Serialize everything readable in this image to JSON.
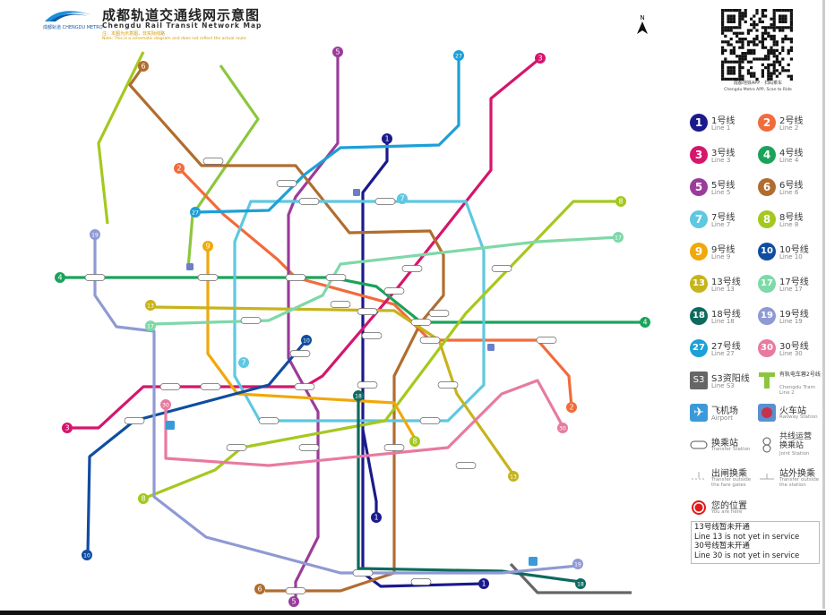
{
  "header": {
    "logo_text": "成都轨道 CHENGDU METRO",
    "title_cn": "成都轨道交通线网示意图",
    "title_en": "Chengdu Rail Transit Network Map",
    "note_cn": "注：本图为示意图，非实际线路",
    "note_en": "Note: This is a schematic diagram and does not reflect the actual route"
  },
  "compass": {
    "label": "N"
  },
  "qr": {
    "caption_cn": "成都地铁APP · 扫码乘车",
    "caption_en": "Chengdu Metro APP, Scan to Ride"
  },
  "lines": [
    {
      "num": "1",
      "cn": "1号线",
      "en": "Line 1",
      "color": "#1a1a8c"
    },
    {
      "num": "2",
      "cn": "2号线",
      "en": "Line 2",
      "color": "#f26b3a"
    },
    {
      "num": "3",
      "cn": "3号线",
      "en": "Line 3",
      "color": "#d6156c"
    },
    {
      "num": "4",
      "cn": "4号线",
      "en": "Line 4",
      "color": "#1aa35a"
    },
    {
      "num": "5",
      "cn": "5号线",
      "en": "Line 5",
      "color": "#9b3c9b"
    },
    {
      "num": "6",
      "cn": "6号线",
      "en": "Line 6",
      "color": "#b06d2f"
    },
    {
      "num": "7",
      "cn": "7号线",
      "en": "Line 7",
      "color": "#5ec8e0"
    },
    {
      "num": "8",
      "cn": "8号线",
      "en": "Line 8",
      "color": "#a5c81e"
    },
    {
      "num": "9",
      "cn": "9号线",
      "en": "Line 9",
      "color": "#f0a80b"
    },
    {
      "num": "10",
      "cn": "10号线",
      "en": "Line 10",
      "color": "#0f4da0"
    },
    {
      "num": "13",
      "cn": "13号线",
      "en": "Line 13",
      "color": "#c6b41c"
    },
    {
      "num": "17",
      "cn": "17号线",
      "en": "Line 17",
      "color": "#7fd8a8"
    },
    {
      "num": "18",
      "cn": "18号线",
      "en": "Line 18",
      "color": "#0e6a5e"
    },
    {
      "num": "19",
      "cn": "19号线",
      "en": "Line 19",
      "color": "#8f9ad4"
    },
    {
      "num": "27",
      "cn": "27号线",
      "en": "Line 27",
      "color": "#1ca0d8"
    },
    {
      "num": "30",
      "cn": "30号线",
      "en": "Line 30",
      "color": "#e87aa0"
    }
  ],
  "legend_extra": {
    "s3": {
      "badge": "S3",
      "cn": "S3资阳线",
      "en": "Line S3",
      "color": "#666666"
    },
    "tram": {
      "cn": "有轨电车蓉2号线",
      "en": "Chengdu Tram Line 2",
      "color": "#8cc63f"
    },
    "airport": {
      "cn": "飞机场",
      "en": "Airport",
      "color": "#3a9ad9"
    },
    "railway": {
      "cn": "火车站",
      "en": "Railway Station",
      "color": "#c8314a"
    },
    "transfer": {
      "cn": "换乘站",
      "en": "Transfer Station"
    },
    "joint": {
      "cn": "共线运营换乘站",
      "en": "Joint Station"
    },
    "gate_transfer": {
      "cn": "出闸换乘",
      "en": "Transfer outside the fare gates"
    },
    "outside_transfer": {
      "cn": "站外换乘",
      "en": "Transfer outside the station"
    },
    "you_are_here": {
      "cn": "您的位置",
      "en": "You are here",
      "color": "#e01b1b"
    }
  },
  "notice": {
    "line13_cn": "13号线暂未开通",
    "line13_en": "Line 13 is not yet in service",
    "line30_cn": "30号线暂未开通",
    "line30_en": "Line 30 is not yet in service"
  }
}
